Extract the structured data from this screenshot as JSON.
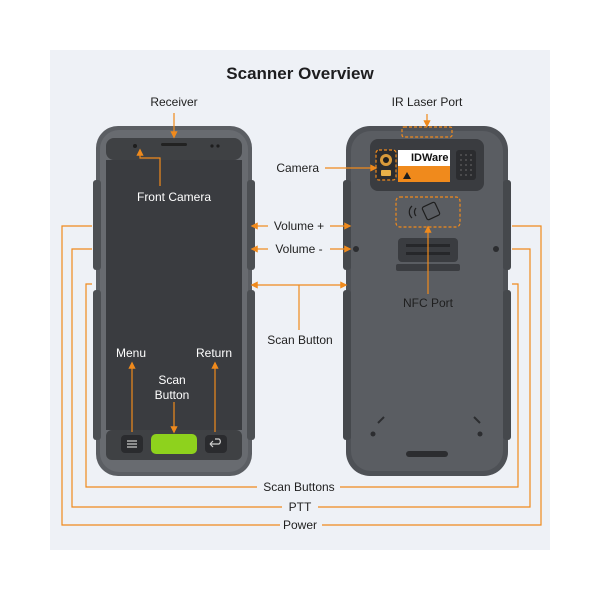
{
  "title": "Scanner Overview",
  "brand": "IDWare",
  "labels": {
    "receiver": "Receiver",
    "ir_laser_port": "IR Laser Port",
    "camera": "Camera",
    "front_camera": "Front Camera",
    "volume_up": "Volume +",
    "volume_down": "Volume -",
    "nfc_port": "NFC Port",
    "scan_button_side": "Scan Button",
    "menu": "Menu",
    "return": "Return",
    "scan_button_front_line1": "Scan",
    "scan_button_front_line2": "Button",
    "scan_buttons": "Scan Buttons",
    "ptt": "PTT",
    "power": "Power"
  },
  "colors": {
    "panel": "#eef1f6",
    "device_body": "#55585d",
    "screen": "#3b3d40",
    "accent_orange": "#f08a1c",
    "trigger_green": "#8ed21d",
    "text": "#1f1f1f"
  },
  "icons": [
    "menu-icon",
    "return-icon",
    "nfc-icon",
    "camera-icon",
    "warning-icon"
  ]
}
